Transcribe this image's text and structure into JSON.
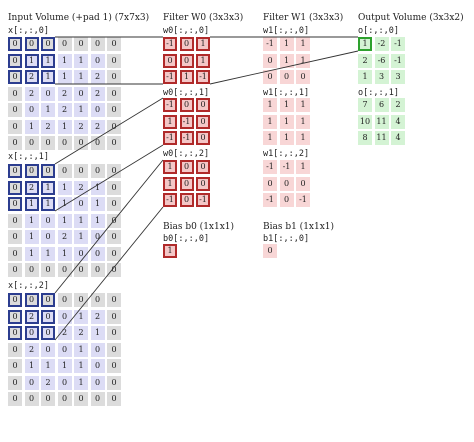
{
  "headings": {
    "input": "Input Volume (+pad 1) (7x7x3)",
    "filter_w0": "Filter W0 (3x3x3)",
    "filter_w1": "Filter W1 (3x3x3)",
    "output": "Output Volume (3x3x2)",
    "bias_b0": "Bias b0 (1x1x1)",
    "bias_b1": "Bias b1 (1x1x1)"
  },
  "input": {
    "slices": [
      {
        "label": "x[:,:,0]",
        "rows": [
          [
            "0",
            "0",
            "0",
            "0",
            "0",
            "0",
            "0"
          ],
          [
            "0",
            "1",
            "1",
            "1",
            "1",
            "0",
            "0"
          ],
          [
            "0",
            "2",
            "1",
            "1",
            "1",
            "2",
            "0"
          ],
          [
            "0",
            "2",
            "0",
            "2",
            "0",
            "2",
            "0"
          ],
          [
            "0",
            "0",
            "1",
            "2",
            "1",
            "0",
            "0"
          ],
          [
            "0",
            "1",
            "2",
            "1",
            "2",
            "2",
            "0"
          ],
          [
            "0",
            "0",
            "0",
            "0",
            "0",
            "0",
            "0"
          ]
        ]
      },
      {
        "label": "x[:,:,1]",
        "rows": [
          [
            "0",
            "0",
            "0",
            "0",
            "0",
            "0",
            "0"
          ],
          [
            "0",
            "2",
            "1",
            "1",
            "2",
            "1",
            "0"
          ],
          [
            "0",
            "1",
            "1",
            "1",
            "0",
            "1",
            "0"
          ],
          [
            "0",
            "1",
            "0",
            "1",
            "1",
            "1",
            "0"
          ],
          [
            "0",
            "1",
            "0",
            "2",
            "1",
            "0",
            "0"
          ],
          [
            "0",
            "1",
            "1",
            "1",
            "0",
            "0",
            "0"
          ],
          [
            "0",
            "0",
            "0",
            "0",
            "0",
            "0",
            "0"
          ]
        ]
      },
      {
        "label": "x[:,:,2]",
        "rows": [
          [
            "0",
            "0",
            "0",
            "0",
            "0",
            "0",
            "0"
          ],
          [
            "0",
            "2",
            "0",
            "0",
            "1",
            "2",
            "0"
          ],
          [
            "0",
            "0",
            "0",
            "2",
            "2",
            "1",
            "0"
          ],
          [
            "0",
            "2",
            "0",
            "0",
            "1",
            "0",
            "0"
          ],
          [
            "0",
            "1",
            "1",
            "1",
            "1",
            "0",
            "0"
          ],
          [
            "0",
            "0",
            "2",
            "0",
            "1",
            "0",
            "0"
          ],
          [
            "0",
            "0",
            "0",
            "0",
            "0",
            "0",
            "0"
          ]
        ]
      }
    ]
  },
  "filter_w0": {
    "slices": [
      {
        "label": "w0[:,:,0]",
        "rows": [
          [
            "-1",
            "0",
            "1"
          ],
          [
            "0",
            "0",
            "1"
          ],
          [
            "-1",
            "1",
            "-1"
          ]
        ]
      },
      {
        "label": "w0[:,:,1]",
        "rows": [
          [
            "-1",
            "0",
            "0"
          ],
          [
            "1",
            "-1",
            "0"
          ],
          [
            "-1",
            "-1",
            "0"
          ]
        ]
      },
      {
        "label": "w0[:,:,2]",
        "rows": [
          [
            "1",
            "0",
            "0"
          ],
          [
            "1",
            "0",
            "0"
          ],
          [
            "-1",
            "0",
            "-1"
          ]
        ]
      }
    ],
    "bias_label": "b0[:,:,0]",
    "bias_value": "1"
  },
  "filter_w1": {
    "slices": [
      {
        "label": "w1[:,:,0]",
        "rows": [
          [
            "-1",
            "1",
            "1"
          ],
          [
            "0",
            "1",
            "1"
          ],
          [
            "0",
            "0",
            "0"
          ]
        ]
      },
      {
        "label": "w1[:,:,1]",
        "rows": [
          [
            "1",
            "1",
            "1"
          ],
          [
            "1",
            "1",
            "1"
          ],
          [
            "1",
            "1",
            "1"
          ]
        ]
      },
      {
        "label": "w1[:,:,2]",
        "rows": [
          [
            "-1",
            "-1",
            "1"
          ],
          [
            "0",
            "0",
            "0"
          ],
          [
            "-1",
            "0",
            "-1"
          ]
        ]
      }
    ],
    "bias_label": "b1[:,:,0]",
    "bias_value": "0"
  },
  "output": {
    "slices": [
      {
        "label": "o[:,:,0]",
        "rows": [
          [
            "1",
            "-2",
            "-1"
          ],
          [
            "2",
            "-6",
            "-1"
          ],
          [
            "1",
            "3",
            "3"
          ]
        ]
      },
      {
        "label": "o[:,:,1]",
        "rows": [
          [
            "7",
            "6",
            "2"
          ],
          [
            "10",
            "11",
            "4"
          ],
          [
            "8",
            "11",
            "4"
          ]
        ]
      }
    ]
  },
  "colors": {
    "pad": "#dcdcdc",
    "input": "#dcdcf5",
    "filter_w0": "#f4c7c7",
    "filter_w1": "#f8d6d6",
    "output": "#d4f3d4",
    "input_highlight": "#2c3d8f",
    "filter_highlight": "#b02a2a",
    "output_highlight": "#2ea12e",
    "connector": "#333333"
  }
}
